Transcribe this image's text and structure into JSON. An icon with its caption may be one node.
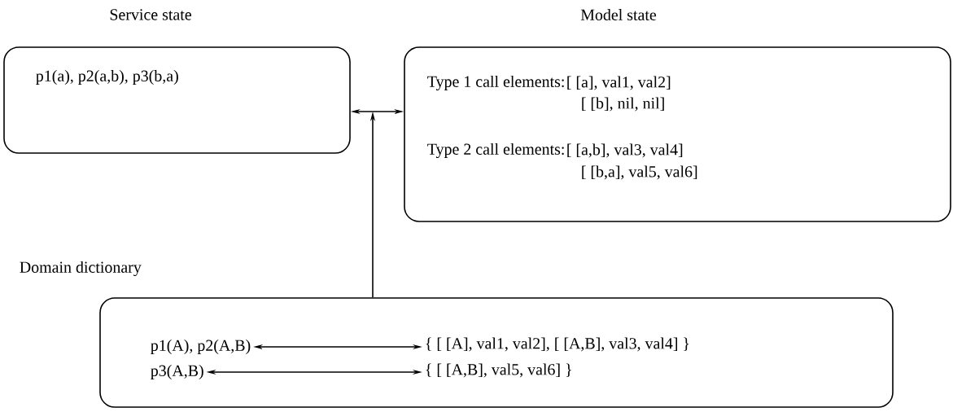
{
  "diagram": {
    "nodes": [
      {
        "text": [
          "Service state",
          "p1(a), p2(a,b), p3(b,a)"
        ]
      },
      {
        "text": [
          "Model state",
          "Type 1 call elements:",
          "[ [a], val1, val2]",
          "[ [b],   nil,   nil]",
          "Type 2 call elements:",
          "[ [a,b], val3, val4]",
          "[ [b,a], val5, val6]"
        ]
      },
      {
        "text": [
          "Domain dictionary"
        ]
      },
      {
        "text": [
          "p1(A), p2(A,B)"
        ],
        "in": 2
      },
      {
        "text": [
          "{ [ [A], val1, val2], [ [A,B], val3, val4] }"
        ],
        "in": 2
      },
      {
        "text": [
          "p3(A,B)"
        ],
        "in": 2
      },
      {
        "text": [
          "{ [ [A,B], val5, val6] }"
        ],
        "in": 2
      }
    ],
    "edges": [
      {
        "from": 0,
        "to": 1,
        "arrow": "both"
      },
      {
        "from": 2,
        "to": null,
        "arrow": "to"
      },
      {
        "from": 3,
        "to": 4,
        "arrow": "both"
      },
      {
        "from": 5,
        "to": 6,
        "arrow": "both"
      }
    ]
  }
}
